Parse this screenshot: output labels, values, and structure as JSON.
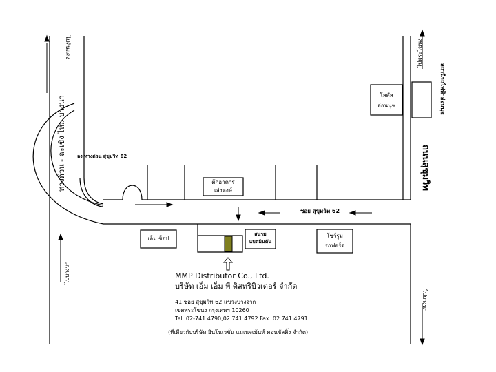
{
  "roads": {
    "sukhumvit": "ถนนสุขุมวิท",
    "soi62": "ซอย สุขุมวิท 62",
    "expressway_exit": "ลง ทางด่วน สุขุมวิท 62",
    "expressway": "ทางด่วน - ฉะเชิง ไหม บางนา"
  },
  "directions": {
    "top_left": "ไปดินแดง",
    "bottom_left": "ไปบางนา",
    "top_right": "ไปพระโขนง",
    "bottom_right": "ไปบางนา"
  },
  "station": "สถานีรถไฟฟ้าอ่อนนุช",
  "landmarks": {
    "lotus": [
      "โลตัส",
      "อ่อนนุช"
    ],
    "building": [
      "ตึกอาคาร",
      "เล่งหงษ์"
    ],
    "em_shop": "เอ็ม ช็อป",
    "field": [
      "สนาม",
      "แบดมินตัน"
    ],
    "showroom": [
      "โชว์รูม",
      "รถฟอร์ด"
    ]
  },
  "company": {
    "name_en": "MMP Distributor Co., Ltd.",
    "name_th": "บริษัท  เอ็ม เอ็ม พี ดิสทริบิวเตอร์  จำกัด",
    "address_line1": "41  ซอย สุขุมวิท 62   แขวงบางจาก",
    "address_line2": "เขตพระโขนง  กรุงเทพฯ  10260",
    "phone_line": "Tel: 02-741 4790,02 741 4792   Fax: 02 741 4791",
    "note": "(ที่เดียวกับบริษัท อินโนเวชั่น แมเนจเม้นท์ คอนซัลติ้ง จำกัด)"
  },
  "colors": {
    "line": "#000000",
    "target": "#808020"
  }
}
